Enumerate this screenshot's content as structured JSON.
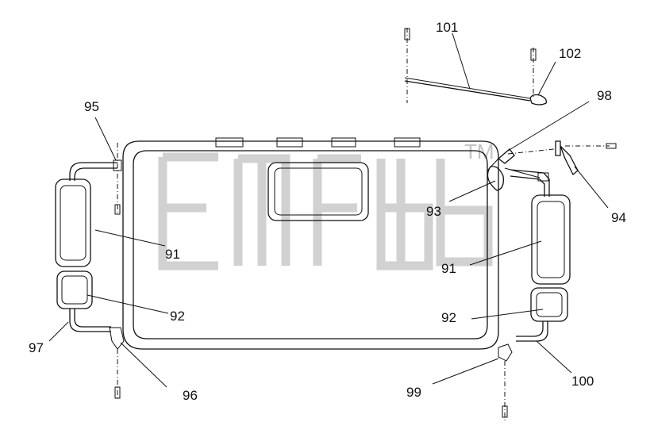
{
  "labels": {
    "l91a": "91",
    "l91b": "91",
    "l92a": "92",
    "l92b": "92",
    "l93": "93",
    "l94": "94",
    "l95": "95",
    "l96": "96",
    "l97": "97",
    "l98": "98",
    "l99": "99",
    "l100": "100",
    "l101": "101",
    "l102": "102"
  },
  "watermark": {
    "tm": "TM"
  }
}
